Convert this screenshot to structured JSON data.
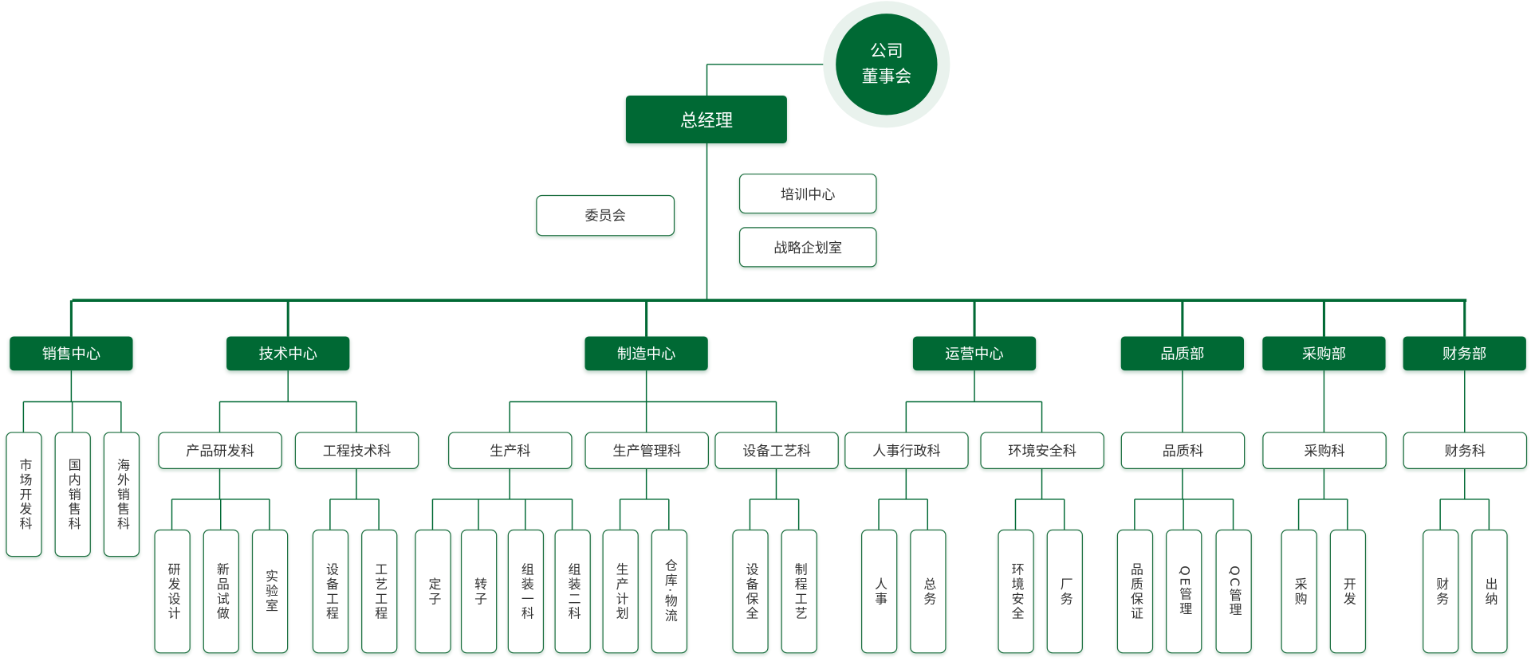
{
  "board": {
    "line1": "公司",
    "line2": "董事会"
  },
  "general_manager": "总经理",
  "staff": [
    "委员会",
    "培训中心",
    "战略企划室"
  ],
  "departments": [
    {
      "name": "销售中心",
      "units": [
        "市场开发科",
        "国内销售科",
        "海外销售科"
      ]
    },
    {
      "name": "技术中心",
      "sections": [
        {
          "name": "产品研发科",
          "units": [
            "研发设计",
            "新品试做",
            "实验室"
          ]
        },
        {
          "name": "工程技术科",
          "units": [
            "设备工程",
            "工艺工程"
          ]
        }
      ]
    },
    {
      "name": "制造中心",
      "sections": [
        {
          "name": "生产科",
          "units": [
            "定子",
            "转子",
            "组装一科",
            "组装二科"
          ]
        },
        {
          "name": "生产管理科",
          "units": [
            "生产计划",
            "仓库·物流"
          ]
        },
        {
          "name": "设备工艺科",
          "units": [
            "设备保全",
            "制程工艺"
          ]
        }
      ]
    },
    {
      "name": "运营中心",
      "sections": [
        {
          "name": "人事行政科",
          "units": [
            "人事",
            "总务"
          ]
        },
        {
          "name": "环境安全科",
          "units": [
            "环境安全",
            "厂务"
          ]
        }
      ]
    },
    {
      "name": "品质部",
      "sections": [
        {
          "name": "品质科",
          "units": [
            "品质保证",
            "QE管理",
            "QC管理"
          ]
        }
      ]
    },
    {
      "name": "采购部",
      "sections": [
        {
          "name": "采购科",
          "units": [
            "采购",
            "开发"
          ]
        }
      ]
    },
    {
      "name": "财务部",
      "sections": [
        {
          "name": "财务科",
          "units": [
            "财务",
            "出纳"
          ]
        }
      ]
    }
  ],
  "colors": {
    "primary": "#006934",
    "halo": "#e9f2ed",
    "text": "#333333"
  }
}
